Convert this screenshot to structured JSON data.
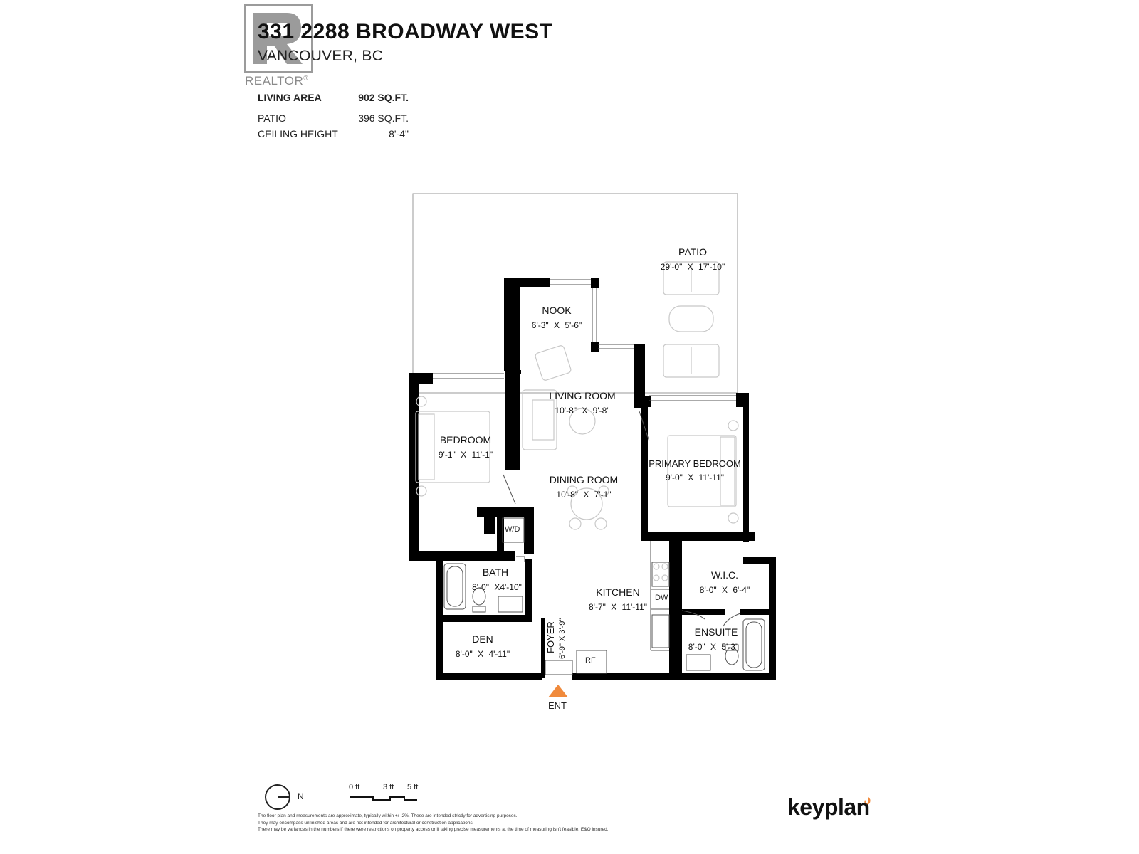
{
  "header": {
    "address_line1": "331 2288 BROADWAY WEST",
    "address_line2": "VANCOUVER, BC",
    "realtor_text": "REALTOR",
    "realtor_mark": "®",
    "realtor_logo_icon": "realtor-r-logo-icon"
  },
  "specs": {
    "living_area": {
      "label": "LIVING AREA",
      "value": "902 SQ.FT."
    },
    "patio": {
      "label": "PATIO",
      "value": "396 SQ.FT."
    },
    "ceiling_height": {
      "label": "CEILING HEIGHT",
      "value": "8'-4\""
    }
  },
  "rooms": {
    "patio": {
      "name": "PATIO",
      "dims": "29'-0\" X 17'-10\""
    },
    "nook": {
      "name": "NOOK",
      "dims": "6'-3\" X 5'-6\""
    },
    "living_room": {
      "name": "LIVING ROOM",
      "dims": "10'-8\" X 9'-8\""
    },
    "bedroom": {
      "name": "BEDROOM",
      "dims": "9'-1\" X 11'-1\""
    },
    "dining_room": {
      "name": "DINING ROOM",
      "dims": "10'-8\" X 7'-1\""
    },
    "primary_bedroom": {
      "name": "PRIMARY BEDROOM",
      "dims": "9'-0\" X 11'-11\""
    },
    "bath": {
      "name": "BATH",
      "dims": "8'-0\" X4'-10\""
    },
    "kitchen": {
      "name": "KITCHEN",
      "dims": "8'-7\" X 11'-11\""
    },
    "wic": {
      "name": "W.I.C.",
      "dims": "8'-0\" X 6'-4\""
    },
    "den": {
      "name": "DEN",
      "dims": "8'-0\" X 4'-11\""
    },
    "foyer": {
      "name": "FOYER",
      "dims": "6'-9\" X 3'-9\""
    },
    "ensuite": {
      "name": "ENSUITE",
      "dims": "8'-0\" X 5'-3\""
    }
  },
  "fixtures": {
    "washer_dryer": "W/D",
    "dishwasher": "DW",
    "refrigerator": "RF"
  },
  "entry": {
    "label": "ENT",
    "color": "#f08a3c"
  },
  "footer": {
    "compass_label": "N",
    "scale": {
      "start": "0 ft",
      "mid": "3 ft",
      "end": "5 ft"
    },
    "disclaimer": [
      "The floor plan and measurements are approximate, typically within +/- 2%. These are intended strictly for advertising purposes.",
      "They may encompass unfinished areas and are not intended for architectural or construction applications.",
      "There may be variances in the numbers if there were restrictions on property access or if taking precise measurements at the time of measuring isn't feasible. E&O insured."
    ],
    "brand": "keyplan",
    "brand_color": "#f08a3c"
  },
  "colors": {
    "wall": "#000000",
    "line": "#9a9a9a",
    "furniture": "#c8c8c8",
    "logo_gray": "#8a8a8a"
  }
}
